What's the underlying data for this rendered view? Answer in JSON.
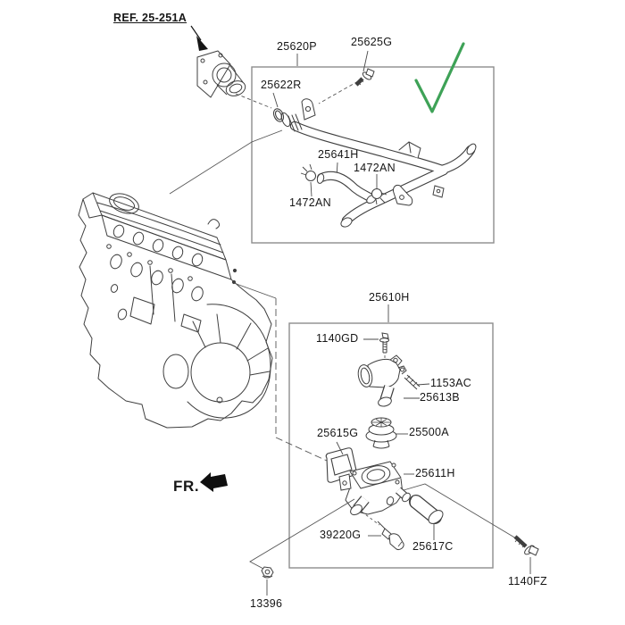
{
  "diagram": {
    "type": "exploded-parts-diagram",
    "colors": {
      "background": "#ffffff",
      "line": "#3f3f3f",
      "box_border": "#8d8d8d",
      "text": "#161616",
      "checkmark": "#3ea257"
    }
  },
  "labels": {
    "ref": "REF. 25-251A",
    "pipe_assembly": "25620P",
    "bolt_25625g": "25625G",
    "oring": "25622R",
    "hose": "25641H",
    "clamp_right": "1472AN",
    "clamp_left": "1472AN",
    "thermostat_assembly": "25610H",
    "bolt_1140gd": "1140GD",
    "stud": "1153AC",
    "outlet_fitting": "25613B",
    "gasket": "25615G",
    "thermostat": "25500A",
    "housing": "25611H",
    "temp_sensor": "39220G",
    "plug": "25617C",
    "nut": "13396",
    "bolt_1140fz": "1140FZ",
    "front_marker": "FR."
  }
}
